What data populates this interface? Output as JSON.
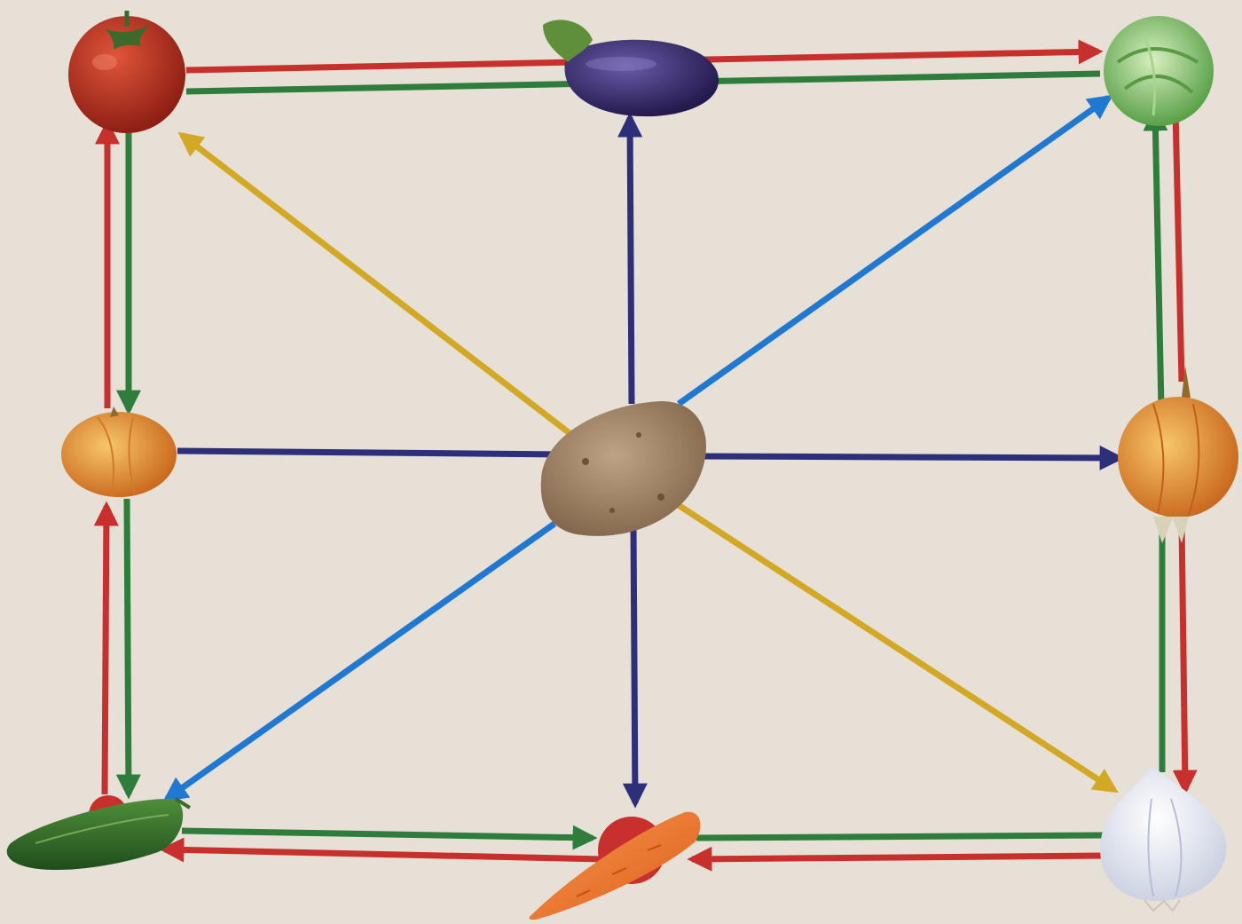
{
  "scene": {
    "background": "#e6e0d6",
    "colors": {
      "red": "#c8302e",
      "green": "#2e7d3c",
      "navy": "#2e2f7a",
      "blue": "#1f78d1",
      "yellow": "#d2a824"
    },
    "vegetables": [
      {
        "id": "tomato",
        "icon": "tomato-icon"
      },
      {
        "id": "eggplant",
        "icon": "eggplant-icon"
      },
      {
        "id": "cabbage",
        "icon": "cabbage-icon"
      },
      {
        "id": "onion-left",
        "icon": "onion-icon"
      },
      {
        "id": "potato",
        "icon": "potato-icon"
      },
      {
        "id": "onion-right",
        "icon": "onion-icon"
      },
      {
        "id": "cucumber",
        "icon": "cucumber-icon"
      },
      {
        "id": "carrot",
        "icon": "carrot-icon"
      },
      {
        "id": "garlic",
        "icon": "garlic-icon"
      }
    ]
  }
}
